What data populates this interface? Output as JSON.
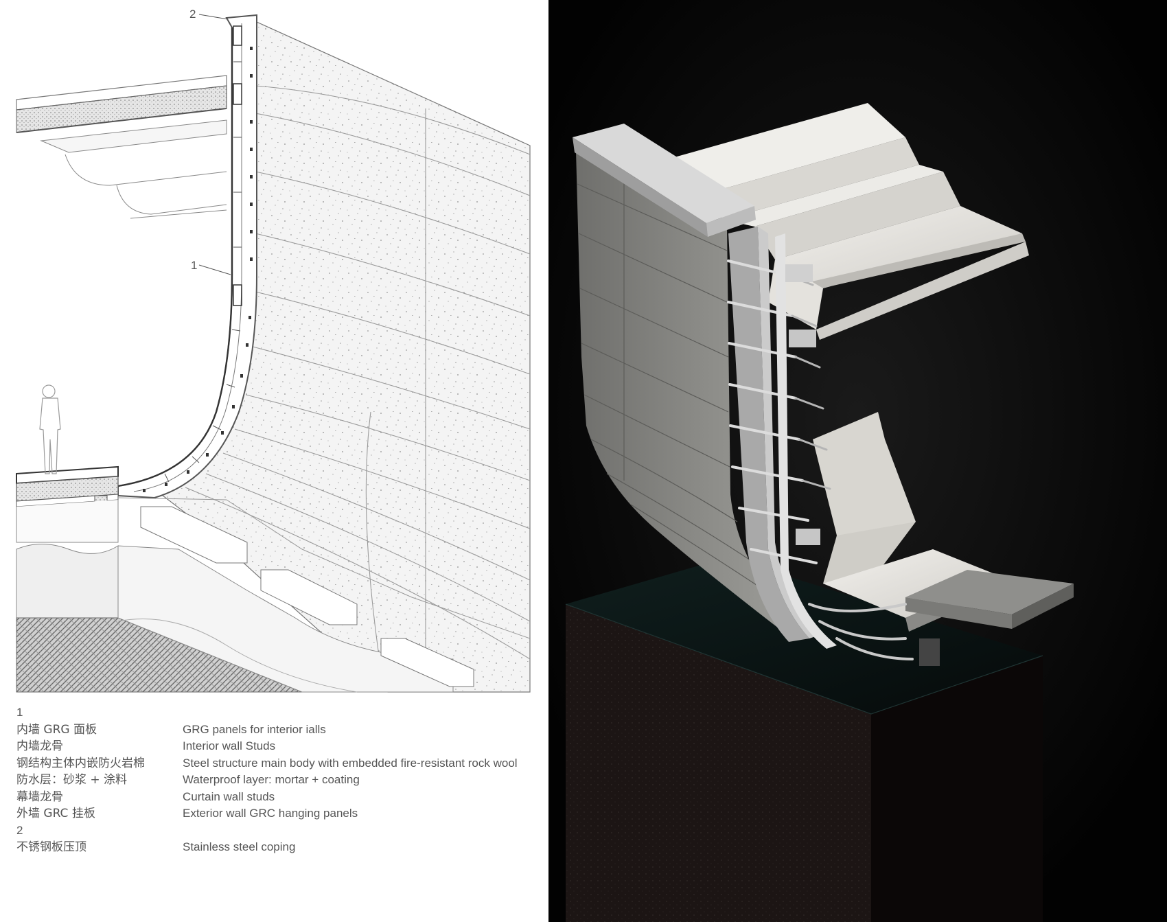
{
  "callouts": {
    "top": "2",
    "middle": "1"
  },
  "legend": {
    "group1": {
      "number": "1",
      "rows": [
        {
          "zh": "内墙 GRG 面板",
          "en": "GRG panels for interior ialls"
        },
        {
          "zh": "内墙龙骨",
          "en": "Interior wall Studs"
        },
        {
          "zh": "钢结构主体内嵌防火岩棉",
          "en": "Steel structure main body with embedded fire-resistant rock wool"
        },
        {
          "zh": "防水层：砂浆 + 涂料",
          "en": "Waterproof layer: mortar + coating"
        },
        {
          "zh": "幕墙龙骨",
          "en": "Curtain wall studs"
        },
        {
          "zh": "外墙 GRC 挂板",
          "en": "Exterior wall GRC hanging panels"
        }
      ]
    },
    "group2": {
      "number": "2",
      "rows": [
        {
          "zh": "不锈钢板压顶",
          "en": "Stainless steel coping"
        }
      ]
    }
  },
  "colors": {
    "line": "#6a6a6a",
    "panel_face": "#f2f2f2",
    "render_background": "#020202",
    "concrete": "#8f8f8c",
    "white_deck": "#e9e7e2"
  }
}
